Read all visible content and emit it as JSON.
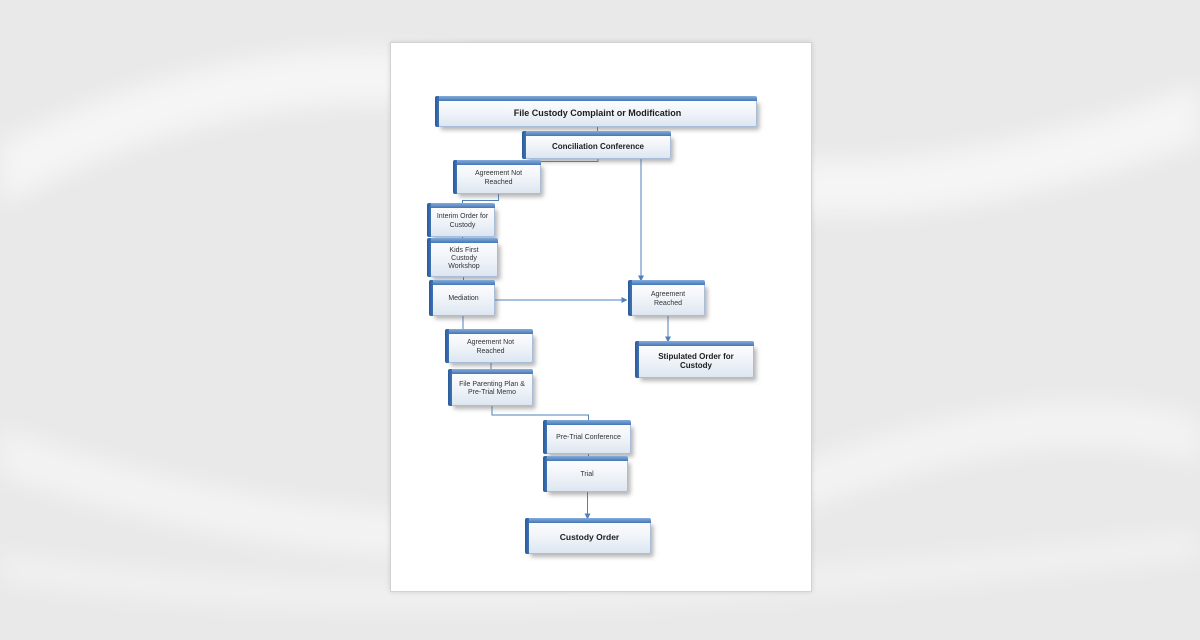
{
  "colors": {
    "accent_blue": "#4f81bd",
    "accent_dark_blue": "#2a5a99",
    "connector_blue": "#4f81bd",
    "canvas_background": "#e9e9e9",
    "paper": "#ffffff"
  },
  "flowchart": {
    "nodes": [
      {
        "id": "file-custody-complaint",
        "label": "File Custody Complaint or Modification",
        "emphasis": "bold"
      },
      {
        "id": "conciliation-conference",
        "label": "Conciliation Conference",
        "emphasis": "bold"
      },
      {
        "id": "agreement-not-reached-1",
        "label": "Agreement Not Reached",
        "emphasis": "normal"
      },
      {
        "id": "interim-order-for-custody",
        "label": "Interim Order for Custody",
        "emphasis": "normal"
      },
      {
        "id": "kids-first-custody-workshop",
        "label": "Kids First Custody Workshop",
        "emphasis": "normal"
      },
      {
        "id": "mediation",
        "label": "Mediation",
        "emphasis": "normal"
      },
      {
        "id": "agreement-not-reached-2",
        "label": "Agreement Not Reached",
        "emphasis": "normal"
      },
      {
        "id": "file-parenting-plan",
        "label": "File Parenting Plan & Pre-Trial Memo",
        "emphasis": "normal"
      },
      {
        "id": "pre-trial-conference",
        "label": "Pre-Trial Conference",
        "emphasis": "normal"
      },
      {
        "id": "trial",
        "label": "Trial",
        "emphasis": "normal"
      },
      {
        "id": "custody-order",
        "label": "Custody Order",
        "emphasis": "bold"
      },
      {
        "id": "agreement-reached",
        "label": "Agreement Reached",
        "emphasis": "normal"
      },
      {
        "id": "stipulated-order-for-custody",
        "label": "Stipulated Order for Custody",
        "emphasis": "bold"
      }
    ],
    "edges": [
      {
        "from": "file-custody-complaint",
        "to": "conciliation-conference",
        "arrow": false
      },
      {
        "from": "conciliation-conference",
        "to": "agreement-not-reached-1",
        "arrow": false
      },
      {
        "from": "conciliation-conference",
        "to": "agreement-reached",
        "arrow": true
      },
      {
        "from": "agreement-not-reached-1",
        "to": "interim-order-for-custody",
        "arrow": false
      },
      {
        "from": "interim-order-for-custody",
        "to": "kids-first-custody-workshop",
        "arrow": false
      },
      {
        "from": "kids-first-custody-workshop",
        "to": "mediation",
        "arrow": false
      },
      {
        "from": "mediation",
        "to": "agreement-reached",
        "arrow": true
      },
      {
        "from": "mediation",
        "to": "agreement-not-reached-2",
        "arrow": false
      },
      {
        "from": "agreement-not-reached-2",
        "to": "file-parenting-plan",
        "arrow": false
      },
      {
        "from": "file-parenting-plan",
        "to": "pre-trial-conference",
        "arrow": false
      },
      {
        "from": "pre-trial-conference",
        "to": "trial",
        "arrow": false
      },
      {
        "from": "trial",
        "to": "custody-order",
        "arrow": true
      },
      {
        "from": "agreement-reached",
        "to": "stipulated-order-for-custody",
        "arrow": true
      }
    ]
  }
}
